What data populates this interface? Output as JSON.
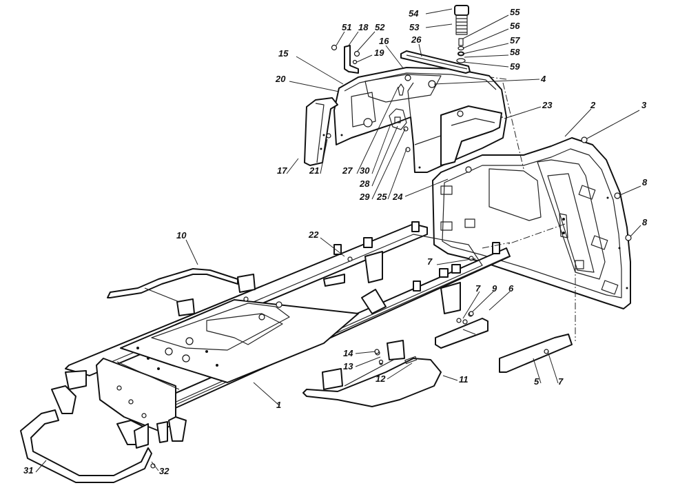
{
  "diagram": {
    "colors": {
      "line": "#111111",
      "background": "#ffffff"
    },
    "callouts": [
      {
        "id": "c54",
        "label": "54"
      },
      {
        "id": "c53",
        "label": "53"
      },
      {
        "id": "c55",
        "label": "55"
      },
      {
        "id": "c56",
        "label": "56"
      },
      {
        "id": "c57",
        "label": "57"
      },
      {
        "id": "c58",
        "label": "58"
      },
      {
        "id": "c59",
        "label": "59"
      },
      {
        "id": "c51",
        "label": "51"
      },
      {
        "id": "c18",
        "label": "18"
      },
      {
        "id": "c52",
        "label": "52"
      },
      {
        "id": "c16",
        "label": "16"
      },
      {
        "id": "c26",
        "label": "26"
      },
      {
        "id": "c19",
        "label": "19"
      },
      {
        "id": "c15",
        "label": "15"
      },
      {
        "id": "c20",
        "label": "20"
      },
      {
        "id": "c4",
        "label": "4"
      },
      {
        "id": "c23",
        "label": "23"
      },
      {
        "id": "c2",
        "label": "2"
      },
      {
        "id": "c3",
        "label": "3"
      },
      {
        "id": "c8a",
        "label": "8"
      },
      {
        "id": "c8b",
        "label": "8"
      },
      {
        "id": "c17",
        "label": "17"
      },
      {
        "id": "c21",
        "label": "21"
      },
      {
        "id": "c27",
        "label": "27"
      },
      {
        "id": "c30",
        "label": "30"
      },
      {
        "id": "c28",
        "label": "28"
      },
      {
        "id": "c29",
        "label": "29"
      },
      {
        "id": "c25",
        "label": "25"
      },
      {
        "id": "c24",
        "label": "24"
      },
      {
        "id": "c10",
        "label": "10"
      },
      {
        "id": "c22",
        "label": "22"
      },
      {
        "id": "c7a",
        "label": "7"
      },
      {
        "id": "c7b",
        "label": "7"
      },
      {
        "id": "c9",
        "label": "9"
      },
      {
        "id": "c6",
        "label": "6"
      },
      {
        "id": "c14",
        "label": "14"
      },
      {
        "id": "c13",
        "label": "13"
      },
      {
        "id": "c12",
        "label": "12"
      },
      {
        "id": "c11",
        "label": "11"
      },
      {
        "id": "c5",
        "label": "5"
      },
      {
        "id": "c7c",
        "label": "7"
      },
      {
        "id": "c1",
        "label": "1"
      },
      {
        "id": "c31",
        "label": "31"
      },
      {
        "id": "c32",
        "label": "32"
      }
    ]
  }
}
